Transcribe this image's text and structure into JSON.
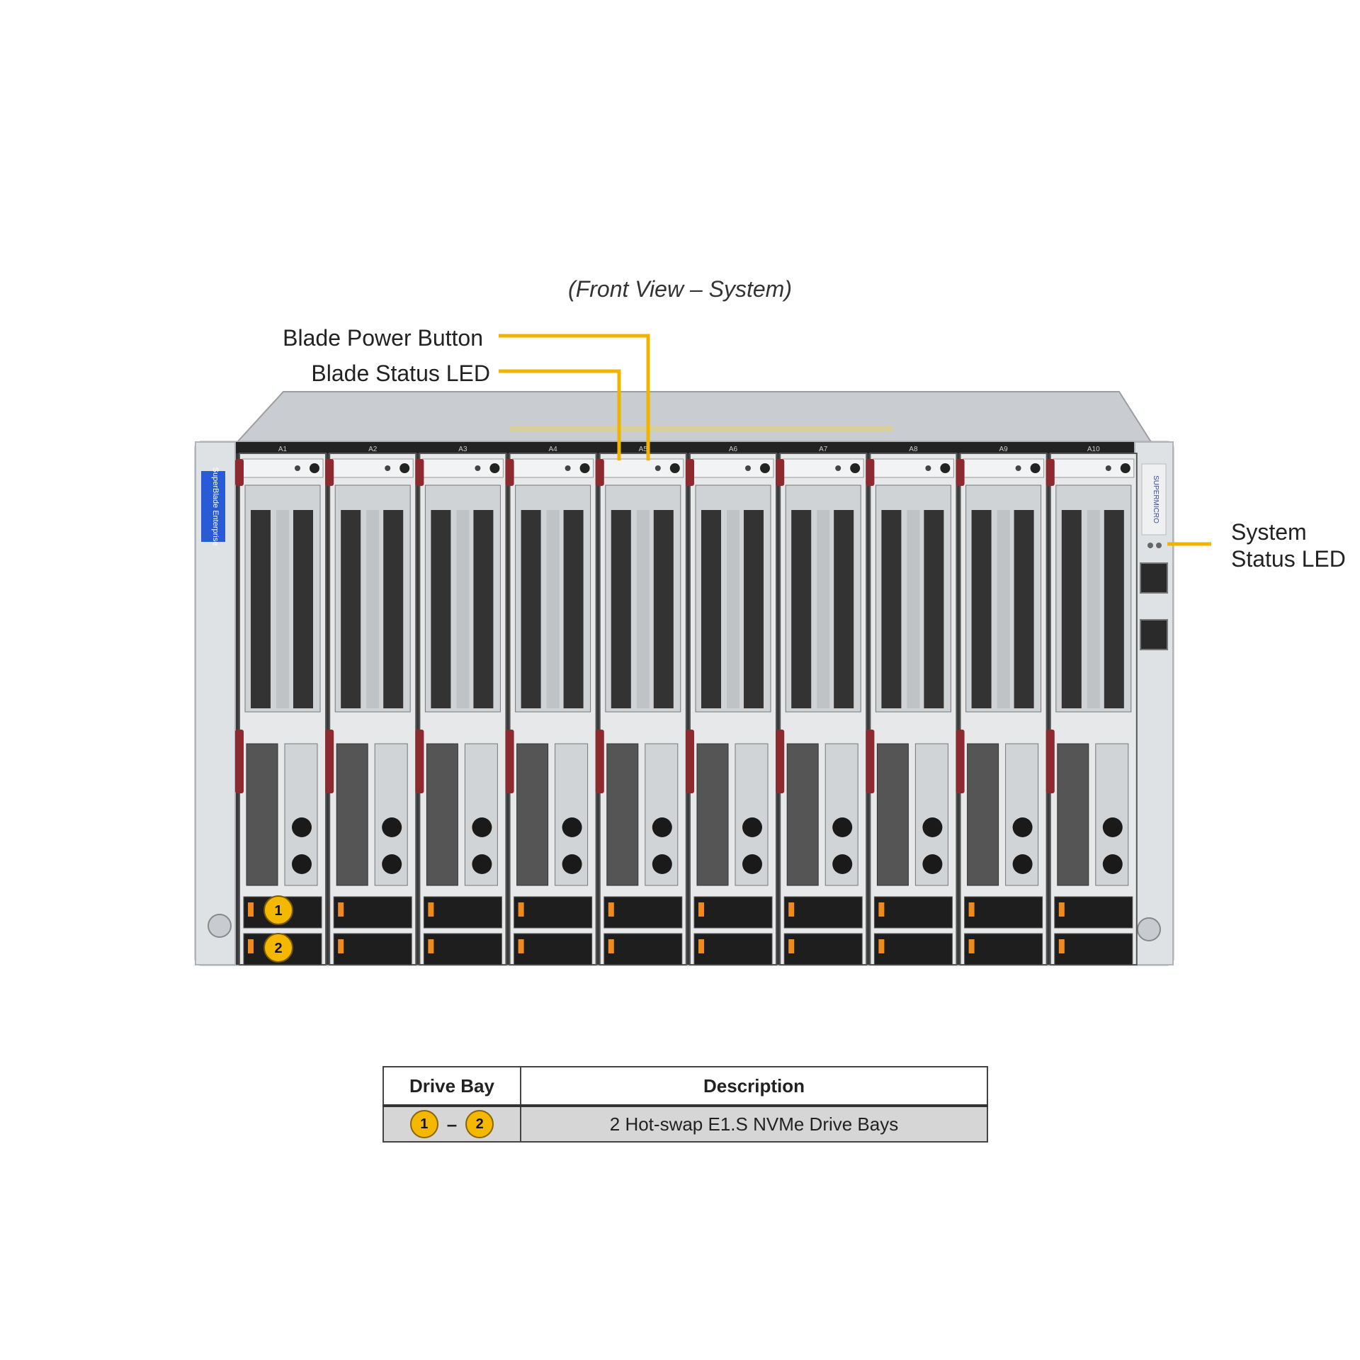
{
  "title": "(Front View – System)",
  "callouts": {
    "blade_power_button": "Blade Power Button",
    "blade_status_led": "Blade Status LED",
    "system_status_led_line1": "System",
    "system_status_led_line2": "Status LED"
  },
  "chassis": {
    "brand_label": "SuperBlade Enterprise",
    "side_brand": "SUPERMICRO",
    "blade_labels": [
      "A1",
      "A2",
      "A3",
      "A4",
      "A5",
      "A6",
      "A7",
      "A8",
      "A9",
      "A10"
    ],
    "bay_numbers": [
      "1",
      "2"
    ]
  },
  "table": {
    "headers": [
      "Drive Bay",
      "Description"
    ],
    "row": {
      "bay_start": "1",
      "bay_dash": "–",
      "bay_end": "2",
      "description": "2 Hot-swap E1.S NVMe Drive Bays"
    }
  },
  "colors": {
    "callout_line": "#f0b400",
    "chassis_frame": "#d9dcdf",
    "blade_dark": "#2a2a2a",
    "handle_red": "#8c2a30",
    "badge_yellow": "#f5b800",
    "brand_blue": "#2a5bd7"
  }
}
